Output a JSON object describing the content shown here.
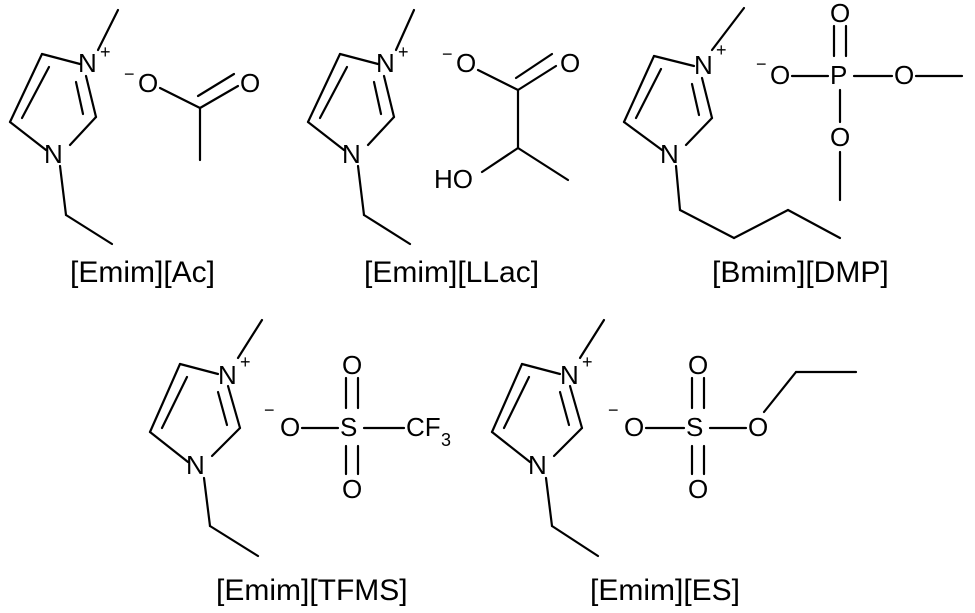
{
  "compounds": [
    {
      "caption": "[Emim][Ac]",
      "cation_alkyl": "ethyl",
      "anion": "acetate"
    },
    {
      "caption": "[Emim][LLac]",
      "cation_alkyl": "ethyl",
      "anion": "lactate"
    },
    {
      "caption": "[Bmim][DMP]",
      "cation_alkyl": "butyl",
      "anion": "dimethyl-phosphate"
    },
    {
      "caption": "[Emim][TFMS]",
      "cation_alkyl": "ethyl",
      "anion": "triflate"
    },
    {
      "caption": "[Emim][ES]",
      "cation_alkyl": "ethyl",
      "anion": "ethyl-sulfate"
    }
  ],
  "atoms": {
    "nitrogen": "N",
    "plus": "+",
    "minus": "−",
    "oxygen": "O",
    "hydroxyl": "HO",
    "phosphorus": "P",
    "sulfur": "S",
    "cf3_main": "CF",
    "cf3_sub": "3"
  }
}
